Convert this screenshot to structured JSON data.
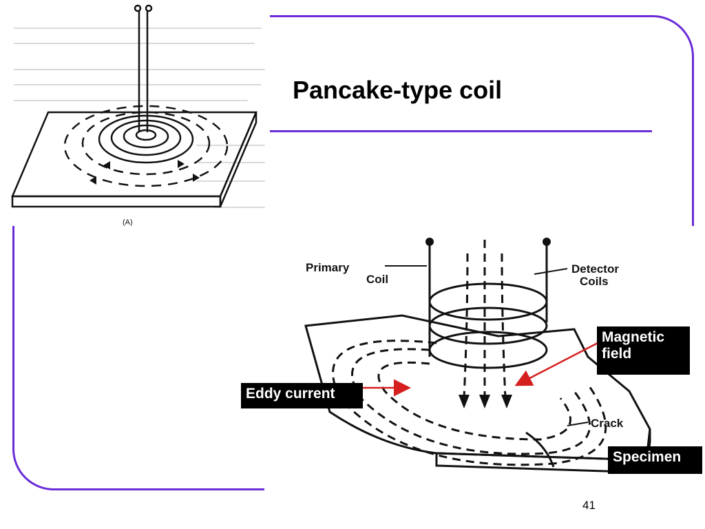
{
  "slide": {
    "title": "Pancake-type coil",
    "page_number": "41"
  },
  "left_figure": {
    "caption_fragment": "(A)"
  },
  "right_figure": {
    "primary_label": "Primary",
    "coil_label": "Coil",
    "detector_label": "Detector",
    "coils_label": "Coils",
    "crack_label": "Crack"
  },
  "callouts": {
    "eddy_current": "Eddy current",
    "magnetic_field": "Magnetic\nfield",
    "specimen": "Specimen"
  },
  "colors": {
    "frame": "#6a2bd8",
    "arrow": "#d61f1f",
    "label_bg": "#000000"
  }
}
